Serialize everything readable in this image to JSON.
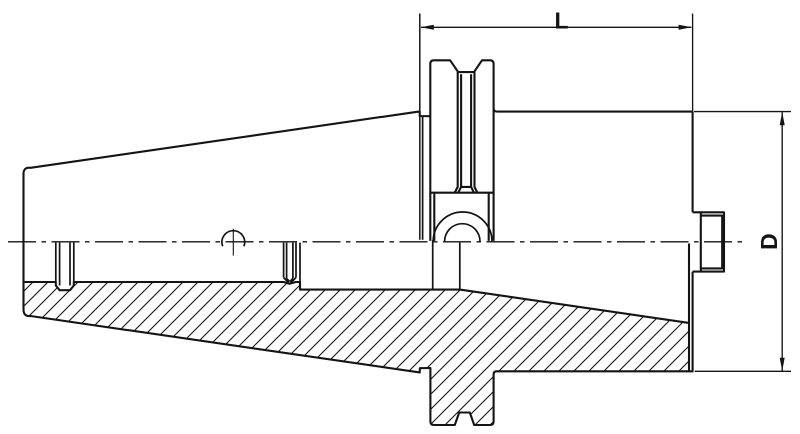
{
  "page": {
    "title": "Tool holder technical drawing",
    "background": "#ffffff"
  },
  "drawing": {
    "type": "engineering section drawing, side view, lower half sectioned with 45-degree hatching",
    "line_color": "#141414",
    "dimensions": {
      "length_label": "L",
      "diameter_label": "D"
    }
  }
}
